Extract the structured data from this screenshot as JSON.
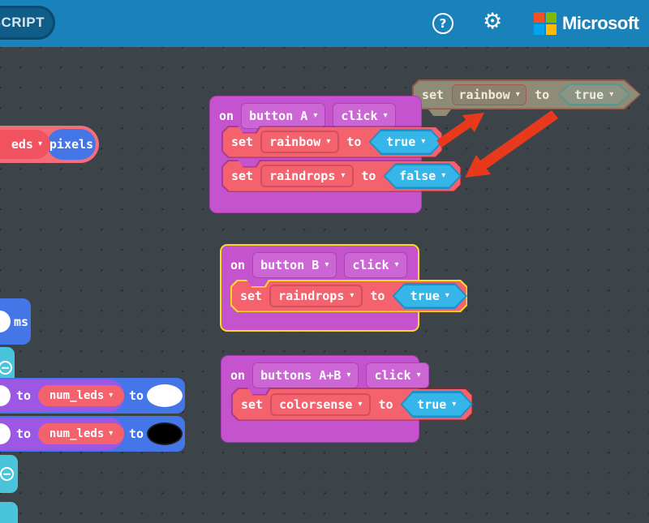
{
  "header": {
    "tab_label": "SCRIPT",
    "brand": "Microsoft"
  },
  "icons": {
    "caret": "▾",
    "gear": "⚙",
    "help": "?"
  },
  "colors": {
    "header_blue": "#1a82bb",
    "block_purple": "#c553cd",
    "block_salmon": "#f4626e",
    "boolean_cyan": "#35b5e8",
    "block_blue": "#4476e8",
    "block_teal": "#49c4da",
    "block_violet": "#9c58e5",
    "selected_yellow": "#ffd91f",
    "ghost_gray": "#8e8c77",
    "arrow_red": "#e8391d",
    "ms_red": "#f25022",
    "ms_green": "#7fba00",
    "ms_blue": "#00a4ef",
    "ms_yellow": "#ffb900"
  },
  "blocks": {
    "ghost": {
      "kw_set": "set",
      "variable": "rainbow",
      "kw_to": "to",
      "value": "true"
    },
    "button_a": {
      "kw_on": "on",
      "button_label": "button A",
      "event_label": "click",
      "rows": [
        {
          "kw_set": "set",
          "variable": "rainbow",
          "kw_to": "to",
          "value": "true"
        },
        {
          "kw_set": "set",
          "variable": "raindrops",
          "kw_to": "to",
          "value": "false"
        }
      ]
    },
    "button_b": {
      "kw_on": "on",
      "button_label": "button B",
      "event_label": "click",
      "rows": [
        {
          "kw_set": "set",
          "variable": "raindrops",
          "kw_to": "to",
          "value": "true"
        }
      ]
    },
    "buttons_ab": {
      "kw_on": "on",
      "button_label": "buttons A+B",
      "event_label": "click",
      "rows": [
        {
          "kw_set": "set",
          "variable": "colorsense",
          "kw_to": "to",
          "value": "true"
        }
      ]
    },
    "leds_pixels": {
      "dropdown_label": "eds",
      "pixels_label": "pixels"
    },
    "pause": {
      "ms_label": "ms"
    },
    "range_rows": [
      {
        "kw_to_1": "to",
        "variable": "num_leds",
        "kw_to_2": "to",
        "swatch": "white"
      },
      {
        "kw_to_1": "to",
        "variable": "num_leds",
        "kw_to_2": "to",
        "swatch": "black"
      }
    ]
  }
}
